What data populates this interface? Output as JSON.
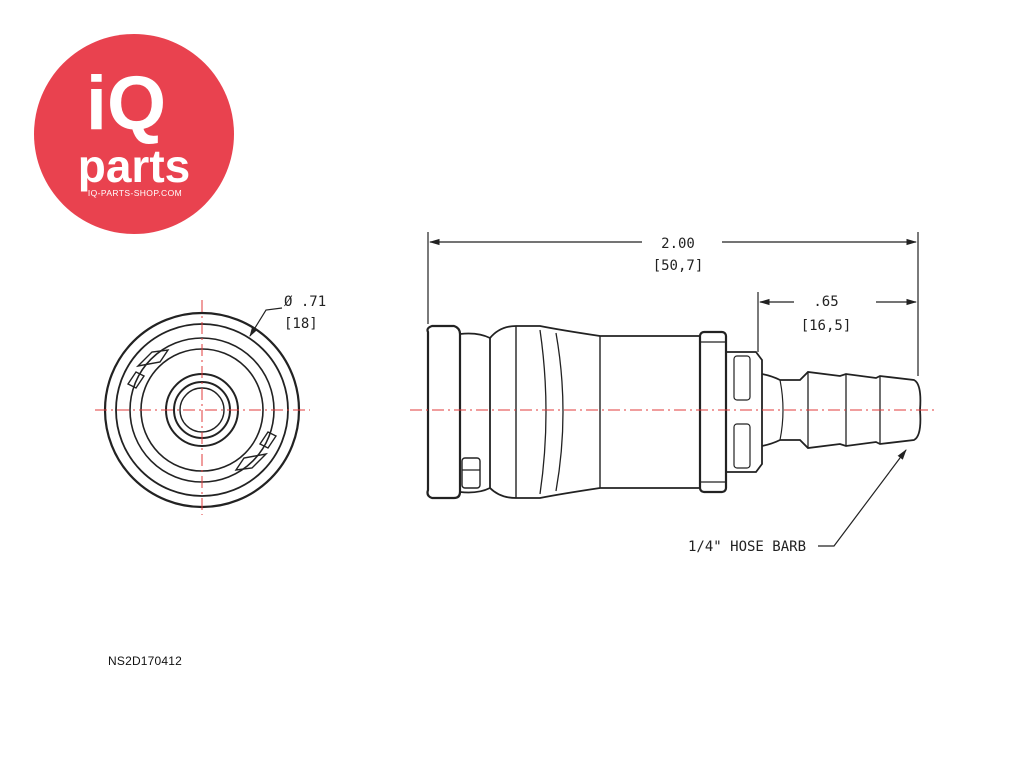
{
  "brand": {
    "logo_top": "iQ",
    "logo_bottom": "parts",
    "logo_url_text": "IQ-PARTS-SHOP.COM",
    "logo_color": "#e9424f"
  },
  "drawing": {
    "end_view": {
      "diameter_label": "Ø .71",
      "diameter_metric": "[18]"
    },
    "side_view": {
      "overall_length": "2.00",
      "overall_length_metric": "[50,7]",
      "barb_length": ".65",
      "barb_length_metric": "[16,5]",
      "callout": "1/4\" HOSE BARB"
    },
    "line_color": "#222222",
    "centerline_color": "#e23b3b"
  },
  "part_number": "NS2D170412"
}
